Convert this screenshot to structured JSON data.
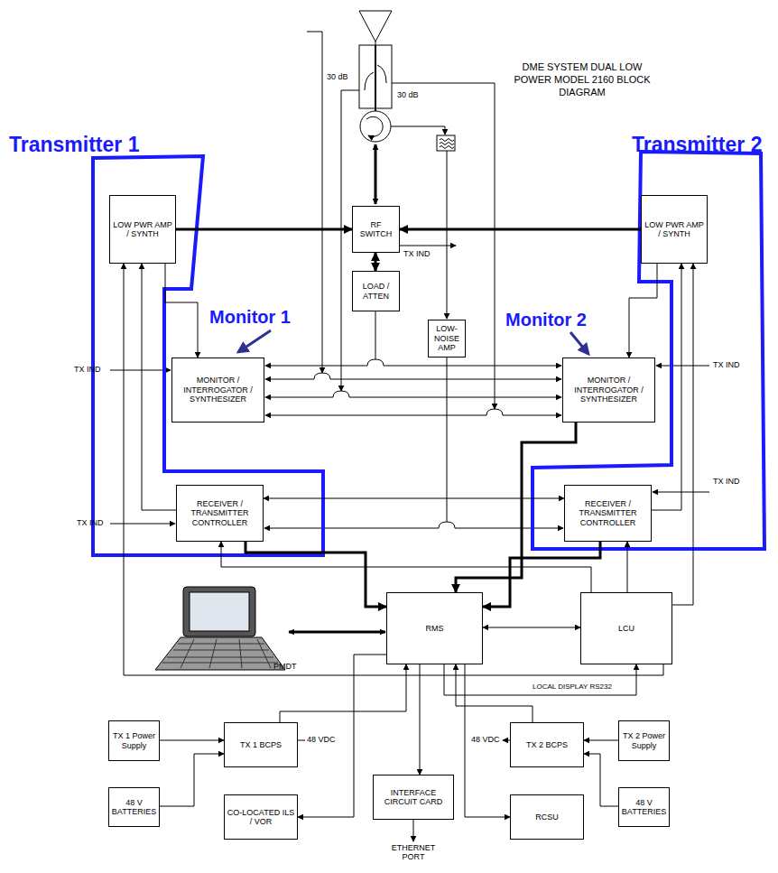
{
  "diagram": {
    "title": "DME SYSTEM DUAL LOW POWER MODEL 2160 BLOCK DIAGRAM",
    "nodes": [
      {
        "text": [
          "LOW PWR AMP / SYNTH"
        ]
      },
      {
        "text": [
          "LOW PWR AMP / SYNTH"
        ]
      },
      {
        "text": [
          "RF SWITCH"
        ]
      },
      {
        "text": [
          "LOAD / ATTEN"
        ]
      },
      {
        "text": [
          "LOW- NOISE AMP"
        ]
      },
      {
        "text": [
          "MONITOR / INTERROGATOR / SYNTHESIZER"
        ]
      },
      {
        "text": [
          "MONITOR / INTERROGATOR / SYNTHESIZER"
        ]
      },
      {
        "text": [
          "RECEIVER / TRANSMITTER CONTROLLER"
        ]
      },
      {
        "text": [
          "RECEIVER / TRANSMITTER CONTROLLER"
        ]
      },
      {
        "text": [
          "RMS"
        ]
      },
      {
        "text": [
          "LCU"
        ]
      },
      {
        "text": [
          "TX 1 Power Supply"
        ]
      },
      {
        "text": [
          "TX 1 BCPS"
        ]
      },
      {
        "text": [
          "48 V BATTERIES"
        ]
      },
      {
        "text": [
          "CO-LOCATED ILS / VOR"
        ]
      },
      {
        "text": [
          "INTERFACE CIRCUIT CARD"
        ]
      },
      {
        "text": [
          "TX 2 BCPS"
        ]
      },
      {
        "text": [
          "TX 2 Power Supply"
        ]
      },
      {
        "text": [
          "48 V BATTERIES"
        ]
      },
      {
        "text": [
          "RCSU"
        ]
      }
    ],
    "edges": [
      {
        "from": 0,
        "to": 2,
        "arrow": "to"
      },
      {
        "from": 1,
        "to": 2,
        "arrow": "to"
      },
      {
        "from": 2,
        "to": 3,
        "arrow": "both"
      },
      {
        "from": 0,
        "to": 5,
        "arrow": "to"
      },
      {
        "from": 1,
        "to": 6,
        "arrow": "to"
      },
      {
        "from": 7,
        "to": 0,
        "arrow": "to"
      },
      {
        "from": 8,
        "to": 1,
        "arrow": "to"
      },
      {
        "from": 7,
        "to": 8,
        "arrow": "both"
      },
      {
        "from": 7,
        "to": 9,
        "arrow": "to"
      },
      {
        "from": 6,
        "to": 9,
        "arrow": "to"
      },
      {
        "from": 8,
        "to": 9,
        "arrow": "to"
      },
      {
        "from": 9,
        "to": 10,
        "arrow": "both"
      },
      {
        "from": 10,
        "to": 1,
        "arrow": "to"
      },
      {
        "from": 10,
        "to": 8,
        "arrow": "to"
      },
      {
        "from": 10,
        "to": 7,
        "arrow": "to"
      },
      {
        "from": 10,
        "to": 0,
        "arrow": "to"
      },
      {
        "from": 9,
        "to": 10,
        "label": "LOCAL DISPLAY RS232",
        "arrow": "to"
      },
      {
        "from": 9,
        "to": 14,
        "arrow": "to"
      },
      {
        "from": 9,
        "to": 15,
        "arrow": "to"
      },
      {
        "from": 9,
        "to": 19,
        "arrow": "to"
      },
      {
        "from": 12,
        "to": 9,
        "arrow": "to"
      },
      {
        "from": 16,
        "to": 9,
        "arrow": "to"
      },
      {
        "from": 11,
        "to": 12,
        "arrow": "to"
      },
      {
        "from": 13,
        "to": 12,
        "arrow": "to"
      },
      {
        "from": 17,
        "to": 16,
        "arrow": "to"
      },
      {
        "from": 18,
        "to": 16,
        "arrow": "to"
      }
    ],
    "labels": [
      "Transmitter 1",
      "Transmitter 2",
      "30 dB",
      "30 dB",
      "TX IND",
      "Monitor 1",
      "Monitor 2",
      "TX IND",
      "TX IND",
      "TX IND",
      "TX IND",
      "PMDT",
      "48 VDC",
      "48 VDC",
      "ETHERNET PORT"
    ]
  }
}
